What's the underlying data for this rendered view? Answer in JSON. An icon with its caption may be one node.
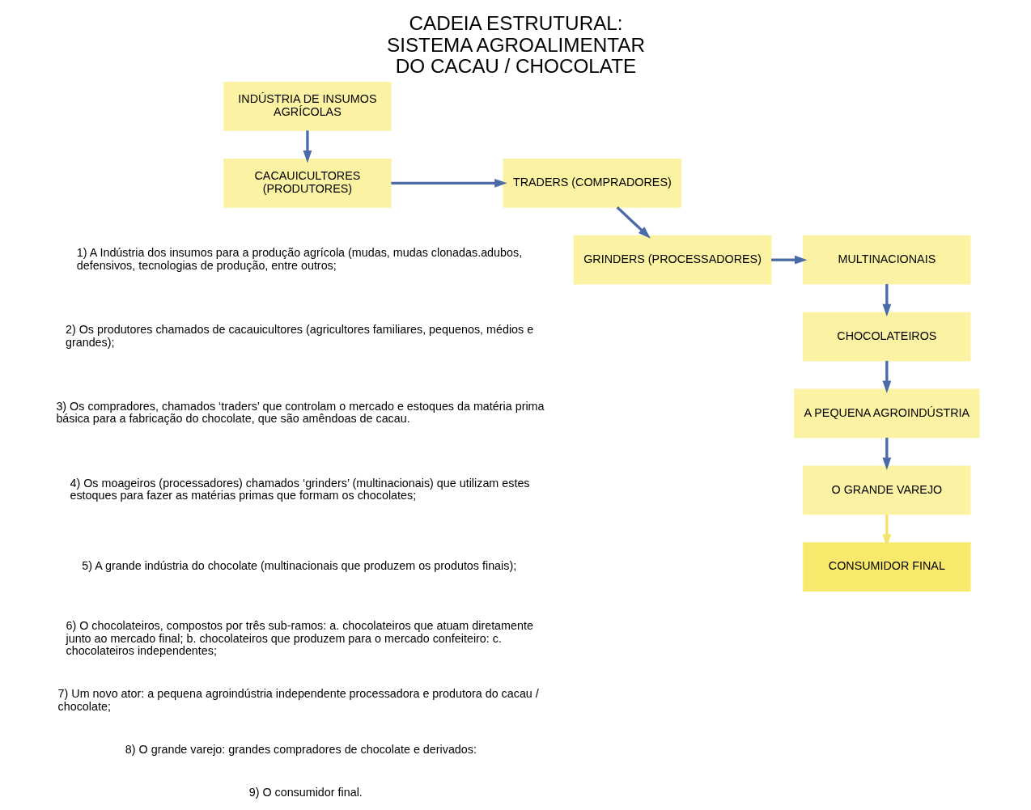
{
  "diagram": {
    "title": "CADEIA ESTRUTURAL: SISTEMA AGROALIMENTAR DO CACAU / CHOCOLATE",
    "nodes": [
      {
        "text": [
          "INDÚSTRIA DE INSUMOS AGRÍCOLAS"
        ]
      },
      {
        "text": [
          "CACAUICULTORES (PRODUTORES)"
        ]
      },
      {
        "text": [
          "TRADERS (COMPRADORES)"
        ]
      },
      {
        "text": [
          "GRINDERS (PROCESSADORES)"
        ]
      },
      {
        "text": [
          "MULTINACIONAIS"
        ]
      },
      {
        "text": [
          "CHOCOLATEIROS"
        ]
      },
      {
        "text": [
          "A PEQUENA AGROINDÚSTRIA"
        ]
      },
      {
        "text": [
          "O GRANDE VAREJO"
        ]
      },
      {
        "text": [
          "CONSUMIDOR FINAL"
        ]
      }
    ],
    "edges": [
      {
        "from": 0,
        "to": 1,
        "arrow": "to"
      },
      {
        "from": 1,
        "to": 2,
        "arrow": "to"
      },
      {
        "from": 2,
        "to": 3,
        "arrow": "to"
      },
      {
        "from": 3,
        "to": 4,
        "arrow": "to"
      },
      {
        "from": 4,
        "to": 5,
        "arrow": "to"
      },
      {
        "from": 5,
        "to": 6,
        "arrow": "to"
      },
      {
        "from": 6,
        "to": 7,
        "arrow": "to"
      },
      {
        "from": 7,
        "to": 8,
        "arrow": "to",
        "color": "#f2e36b"
      }
    ],
    "labels": [
      "1) A Indústria dos insumos para a produção agrícola (mudas, mudas clonadas.adubos, defensivos, tecnologias de produção, entre outros;",
      "2) Os produtores chamados de cacauicultores (agricultores familiares, pequenos, médios e grandes);",
      "3) Os compradores, chamados ‘traders’ que controlam o mercado e estoques da matéria prima básica para a fabricação do chocolate, que são amêndoas de cacau.",
      "4) Os moageiros (processadores) chamados ‘grinders’ (multinacionais) que utilizam estes estoques para fazer as matérias primas que formam os chocolates;",
      "5) A grande indústria do chocolate (multinacionais que produzem os produtos finais);",
      "6) O chocolateiros, compostos por três sub-ramos: a. chocolateiros que atuam diretamente junto ao mercado final; b. chocolateiros que produzem para o mercado confeiteiro: c. chocolateiros independentes;",
      "7) Um novo ator: a pequena agroindústria independente processadora e produtora do cacau / chocolate;",
      "8) O grande varejo: grandes compradores de chocolate e derivados:",
      "9) O consumidor final."
    ]
  }
}
